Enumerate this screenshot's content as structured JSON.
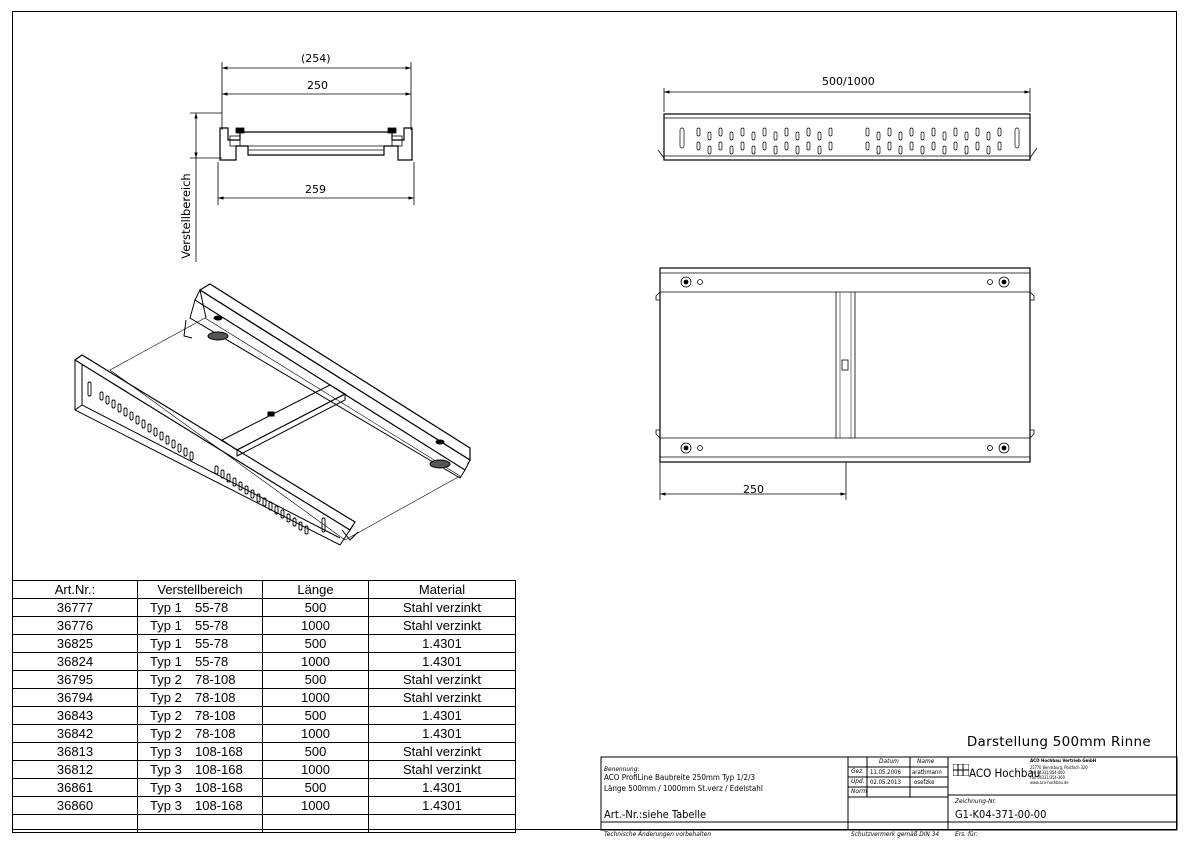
{
  "dimensions": {
    "top_width_outer": "(254)",
    "top_width": "250",
    "bottom_width": "259",
    "vertical_label": "Verstellbereich",
    "side_length": "500/1000",
    "plan_offset": "250"
  },
  "parts_table": {
    "headers": [
      "Art.Nr.:",
      "Verstellbereich",
      "Länge",
      "Material"
    ],
    "rows": [
      {
        "art": "36777",
        "typ": "Typ 1",
        "range": "55-78",
        "len": "500",
        "mat": "Stahl verzinkt"
      },
      {
        "art": "36776",
        "typ": "Typ 1",
        "range": "55-78",
        "len": "1000",
        "mat": "Stahl verzinkt"
      },
      {
        "art": "36825",
        "typ": "Typ 1",
        "range": "55-78",
        "len": "500",
        "mat": "1.4301"
      },
      {
        "art": "36824",
        "typ": "Typ 1",
        "range": "55-78",
        "len": "1000",
        "mat": "1.4301"
      },
      {
        "art": "36795",
        "typ": "Typ 2",
        "range": "78-108",
        "len": "500",
        "mat": "Stahl verzinkt"
      },
      {
        "art": "36794",
        "typ": "Typ 2",
        "range": "78-108",
        "len": "1000",
        "mat": "Stahl verzinkt"
      },
      {
        "art": "36843",
        "typ": "Typ 2",
        "range": "78-108",
        "len": "500",
        "mat": "1.4301"
      },
      {
        "art": "36842",
        "typ": "Typ 2",
        "range": "78-108",
        "len": "1000",
        "mat": "1.4301"
      },
      {
        "art": "36813",
        "typ": "Typ 3",
        "range": "108-168",
        "len": "500",
        "mat": "Stahl verzinkt"
      },
      {
        "art": "36812",
        "typ": "Typ 3",
        "range": "108-168",
        "len": "1000",
        "mat": "Stahl verzinkt"
      },
      {
        "art": "36861",
        "typ": "Typ 3",
        "range": "108-168",
        "len": "500",
        "mat": "1.4301"
      },
      {
        "art": "36860",
        "typ": "Typ 3",
        "range": "108-168",
        "len": "1000",
        "mat": "1.4301"
      }
    ]
  },
  "caption": "Darstellung 500mm Rinne",
  "title_block": {
    "benennung_label": "Benennung:",
    "line1": "ACO ProfiLine Baubreite 250mm Typ 1/2/3",
    "line2": "Länge 500mm / 1000mm St.verz / Edelstahl",
    "art_nr": "Art.-Nr.:siehe Tabelle",
    "datum_label": "Datum",
    "name_label": "Name",
    "gez_label": "Gez.",
    "gez_date": "11.05.2006",
    "gez_name": "arathmann",
    "upd_label": "Upd.",
    "upd_date": "02.05.2013",
    "upd_name": "osefzke",
    "norm_label": "Norm",
    "company": "ACO Hochbau",
    "company_full": "ACO Hochbau Vertrieb GmbH",
    "company_addr1": "25770 Bendsburg, Postfach 320",
    "company_addr2": "Tel. 04331/354-400",
    "company_addr3": "Fax 04331/354-360",
    "company_addr4": "www.aco-hochbau.de",
    "zeichnung_label": "Zeichnung-Nr.",
    "zeichnung_nr": "G1-K04-371-00-00",
    "footer_left": "Technische Änderungen vorbehalten",
    "footer_mid": "Schutzvermerk gemäß DIN 34",
    "footer_right": "Ers. für:"
  }
}
